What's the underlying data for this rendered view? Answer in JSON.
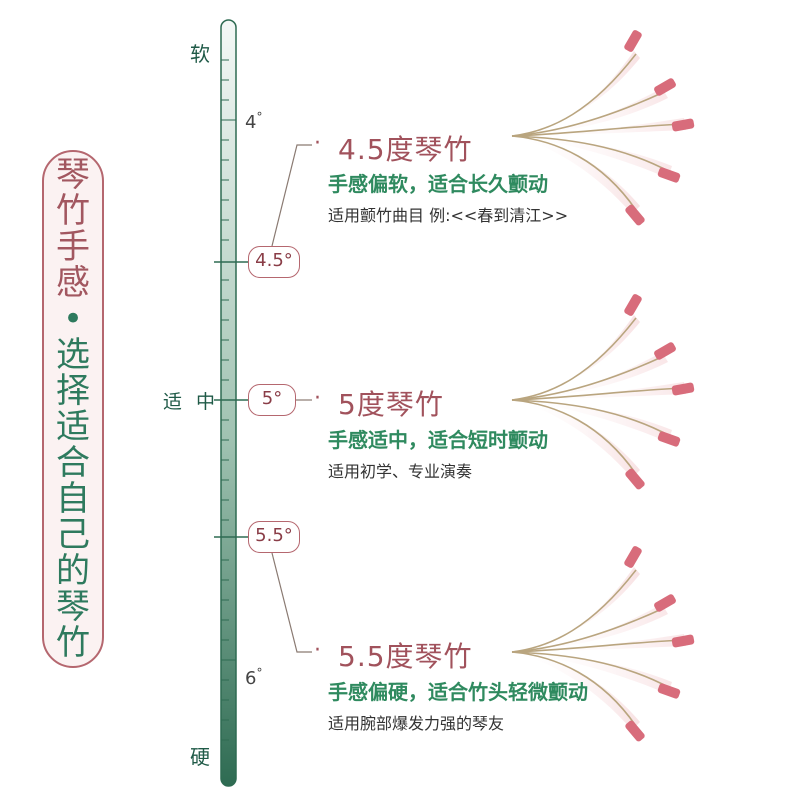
{
  "side_title": {
    "part1": [
      "琴",
      "竹",
      "手",
      "感"
    ],
    "separator": "•",
    "part2": [
      "选",
      "择",
      "适",
      "合",
      "自",
      "己",
      "的",
      "琴",
      "竹"
    ]
  },
  "scale": {
    "soft": "软",
    "medium": "适 中",
    "hard": "硬",
    "deg_top": "4",
    "deg_bottom": "6",
    "deg_symbol": "°",
    "badge_a": "4.5°",
    "badge_b": "5°",
    "badge_c": "5.5°"
  },
  "items": [
    {
      "title": "4.5度琴竹",
      "desc": "手感偏软，适合长久颤动",
      "note": "适用颤竹曲目 例:<<春到清江>>"
    },
    {
      "title": "5度琴竹",
      "desc": "手感适中，适合短时颤动",
      "note": "适用初学、专业演奏"
    },
    {
      "title": "5.5度琴竹",
      "desc": "手感偏硬，适合竹头轻微颤动",
      "note": "适用腕部爆发力强的琴友"
    }
  ],
  "colors": {
    "accent_red": "#a1525c",
    "accent_green": "#2f8a5f",
    "bar_green": "#2e6b52"
  }
}
